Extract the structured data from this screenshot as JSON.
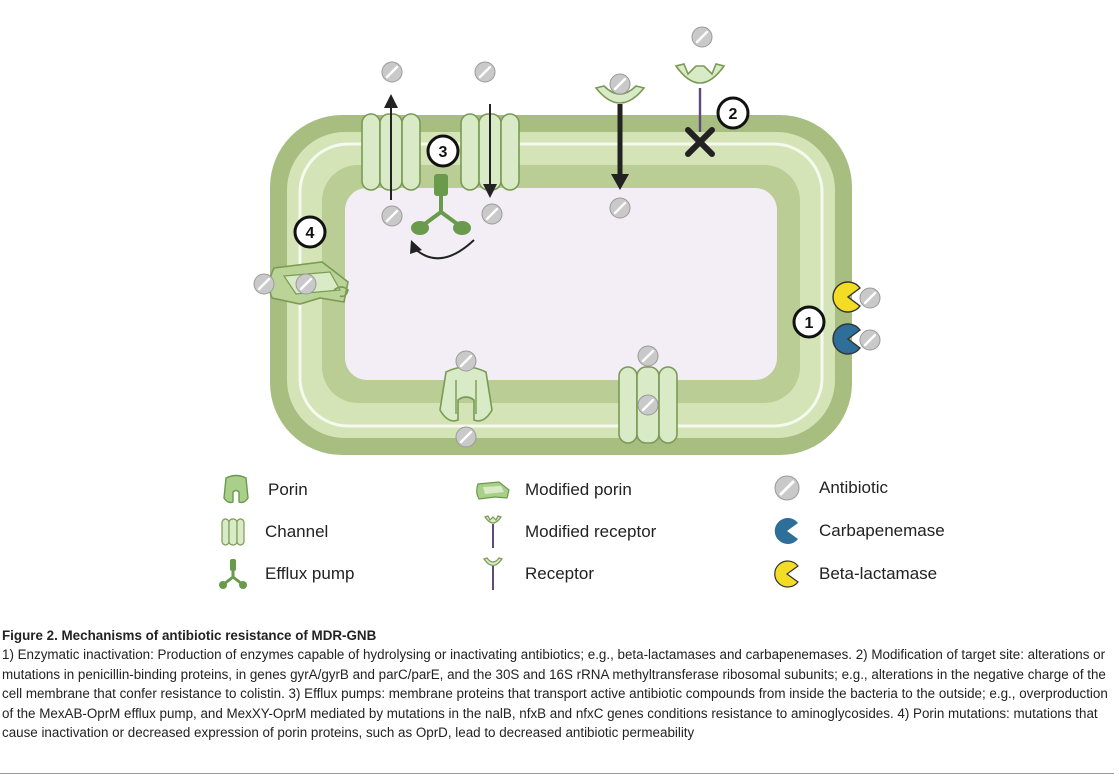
{
  "markers": [
    "1",
    "2",
    "3",
    "4"
  ],
  "legend": {
    "porin": "Porin",
    "channel": "Channel",
    "efflux_pump": "Efflux pump",
    "modified_porin": "Modified porin",
    "modified_receptor": "Modified receptor",
    "receptor": "Receptor",
    "antibiotic": "Antibiotic",
    "carbapenemase": "Carbapenemase",
    "beta_lactamase": "Beta-lactamase"
  },
  "colors": {
    "outer_wall": "#a8be80",
    "mid_wall": "#d4e4b6",
    "inner_line": "#f4f8ea",
    "cytoplasm": "#f3eef5",
    "protein_fill": "#d8eac6",
    "protein_stroke": "#7a9a55",
    "efflux_green": "#6a9a4c",
    "antibiotic": "#c8c8c8",
    "carbapenemase": "#2d6f99",
    "beta_lactamase": "#f2dc24",
    "receptor_stem": "#5b4b7a"
  },
  "caption": {
    "title": "Figure 2. Mechanisms of antibiotic resistance of MDR-GNB",
    "body": "1) Enzymatic inactivation: Production of enzymes capable of hydrolysing or inactivating antibiotics; e.g., beta-lactamases and carbapenemases. 2) Modification of target site: alterations or mutations in penicillin-binding proteins, in genes gyrA/gyrB and parC/parE, and the 30S and 16S rRNA methyltransferase ribosomal subunits; e.g., alterations in the negative charge of the cell membrane that confer resistance to colistin. 3) Efflux pumps: membrane proteins that transport active antibiotic compounds from inside the bacteria to the outside; e.g., overproduction of the MexAB-OprM efflux pump, and MexXY-OprM mediated by mutations in the nalB, nfxB and nfxC genes conditions resistance to aminoglycosides. 4) Porin mutations: mutations that cause inactivation or decreased expression of porin proteins, such as OprD, lead to decreased antibiotic permeability"
  }
}
